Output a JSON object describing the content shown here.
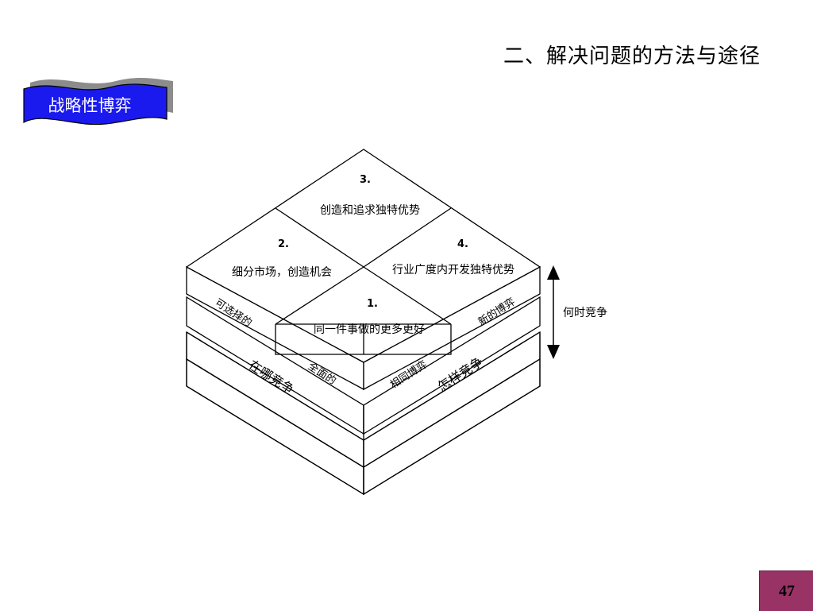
{
  "title": "二、解决问题的方法与途径",
  "banner": {
    "label": "战略性博弈"
  },
  "diagram": {
    "quadrants": [
      {
        "num": "3.",
        "label": "创造和追求独特优势"
      },
      {
        "num": "2.",
        "label": "细分市场，创造机会"
      },
      {
        "num": "4.",
        "label": "行业广度内开发独特优势"
      },
      {
        "num": "1.",
        "label": "同一件事做的更多更好"
      }
    ],
    "left_face": {
      "upper": "可选择的",
      "lower": "全面的",
      "axis": "在哪竞争"
    },
    "right_face": {
      "upper": "新的博弈",
      "lower": "相同博弈",
      "axis": "怎样竞争"
    },
    "side_label": "何时竞争"
  },
  "page_number": "47"
}
